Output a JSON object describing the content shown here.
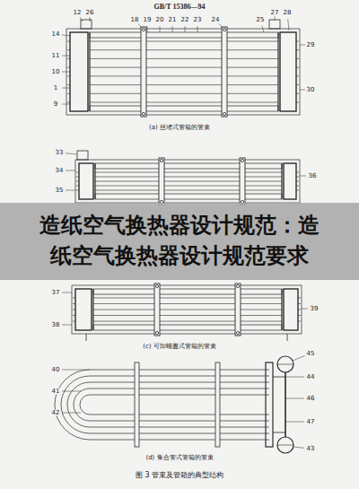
{
  "diagram": {
    "title": "造纸空气换热器设计规范：造纸空气换热器设计规范要求",
    "caption": "图 3 管束及管箱的典型结构",
    "labels": [
      "GB/T 15386—94",
      "12",
      "26",
      "18",
      "19",
      "20",
      "21",
      "22",
      "23",
      "24",
      "25",
      "27",
      "28",
      "14",
      "11",
      "10",
      "1",
      "9",
      "29",
      "30",
      "(a) 丝堵式管箱的管束",
      "33",
      "34",
      "35",
      "36",
      "37",
      "38",
      "39",
      "(c) 可卸螺盖式管箱的管束",
      "45",
      "44",
      "46",
      "47",
      "43",
      "40",
      "41",
      "42",
      "(d) 集合管式管箱的管束"
    ]
  }
}
